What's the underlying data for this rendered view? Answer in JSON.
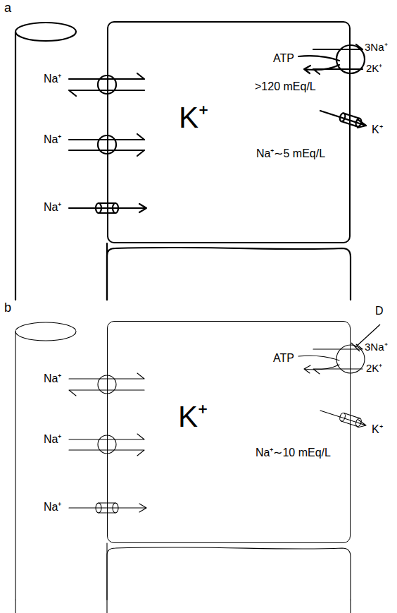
{
  "diagram": {
    "nodes": [
      {
        "text": [
          "K⁺",
          ">120 mEq/L",
          "Na⁺∼5 mEq/L"
        ]
      },
      {
        "text": [
          "K⁺",
          "Na⁺∼10 mEq/L"
        ]
      }
    ],
    "edges": [],
    "labels": [
      "a",
      "Na⁺",
      "Na⁺",
      "Na⁺",
      "ATP",
      "3Na⁺",
      "2K⁺",
      "K⁺",
      "b",
      "Na⁺",
      "Na⁺",
      "Na⁺",
      "ATP",
      "3Na⁺",
      "2K⁺",
      "K⁺",
      "D"
    ]
  }
}
